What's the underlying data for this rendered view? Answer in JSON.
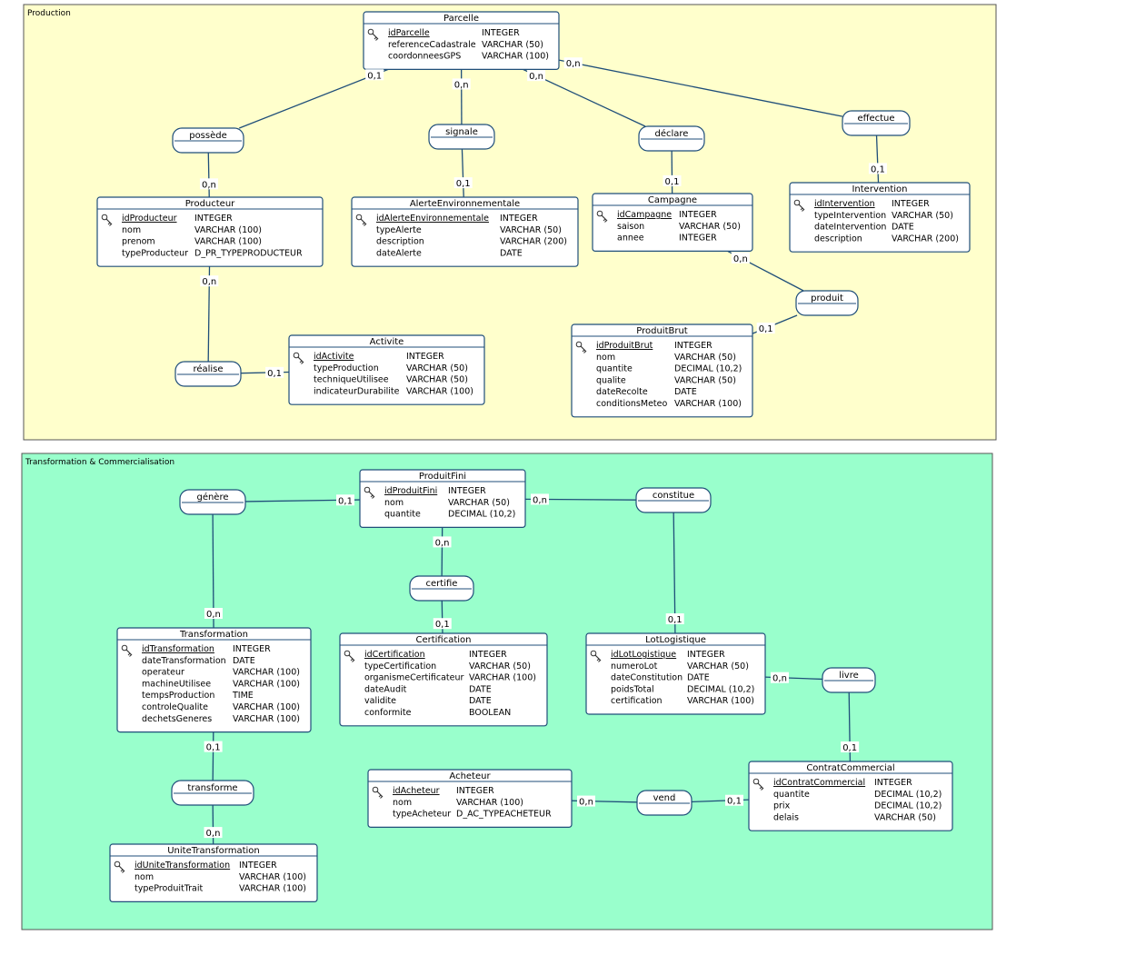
{
  "colors": {
    "production_zone": "#ffffcc",
    "transformation_zone": "#99ffcc",
    "stroke": "#1f4e79",
    "cardinality": "#1f3f99"
  },
  "zones": [
    {
      "id": "production",
      "label": "Production"
    },
    {
      "id": "transformation",
      "label": "Transformation & Commercialisation"
    }
  ],
  "entities": [
    {
      "id": "Parcelle",
      "title": "Parcelle",
      "key_icon": "key-icon",
      "attributes": [
        {
          "name": "idParcelle",
          "type": "INTEGER",
          "pk": true
        },
        {
          "name": "referenceCadastrale",
          "type": "VARCHAR (50)"
        },
        {
          "name": "coordonneesGPS",
          "type": "VARCHAR (100)"
        }
      ]
    },
    {
      "id": "Producteur",
      "title": "Producteur",
      "key_icon": "key-icon",
      "attributes": [
        {
          "name": "idProducteur",
          "type": "INTEGER",
          "pk": true
        },
        {
          "name": "nom",
          "type": "VARCHAR (100)"
        },
        {
          "name": "prenom",
          "type": "VARCHAR (100)"
        },
        {
          "name": "typeProducteur",
          "type": "D_PR_TYPEPRODUCTEUR"
        }
      ]
    },
    {
      "id": "AlerteEnvironnementale",
      "title": "AlerteEnvironnementale",
      "key_icon": "key-icon",
      "attributes": [
        {
          "name": "idAlerteEnvironnementale",
          "type": "INTEGER",
          "pk": true
        },
        {
          "name": "typeAlerte",
          "type": "VARCHAR (50)"
        },
        {
          "name": "description",
          "type": "VARCHAR (200)"
        },
        {
          "name": "dateAlerte",
          "type": "DATE"
        }
      ]
    },
    {
      "id": "Campagne",
      "title": "Campagne",
      "key_icon": "key-icon",
      "attributes": [
        {
          "name": "idCampagne",
          "type": "INTEGER",
          "pk": true
        },
        {
          "name": "saison",
          "type": "VARCHAR (50)"
        },
        {
          "name": "annee",
          "type": "INTEGER"
        }
      ]
    },
    {
      "id": "Intervention",
      "title": "Intervention",
      "key_icon": "key-icon",
      "attributes": [
        {
          "name": "idIntervention",
          "type": "INTEGER",
          "pk": true
        },
        {
          "name": "typeIntervention",
          "type": "VARCHAR (50)"
        },
        {
          "name": "dateIntervention",
          "type": "DATE"
        },
        {
          "name": "description",
          "type": "VARCHAR (200)"
        }
      ]
    },
    {
      "id": "Activite",
      "title": "Activite",
      "key_icon": "key-icon",
      "attributes": [
        {
          "name": "idActivite",
          "type": "INTEGER",
          "pk": true
        },
        {
          "name": "typeProduction",
          "type": "VARCHAR (50)"
        },
        {
          "name": "techniqueUtilisee",
          "type": "VARCHAR (50)"
        },
        {
          "name": "indicateurDurabilite",
          "type": "VARCHAR (100)"
        }
      ]
    },
    {
      "id": "ProduitBrut",
      "title": "ProduitBrut",
      "key_icon": "key-icon",
      "attributes": [
        {
          "name": "idProduitBrut",
          "type": "INTEGER",
          "pk": true
        },
        {
          "name": "nom",
          "type": "VARCHAR (50)"
        },
        {
          "name": "quantite",
          "type": "DECIMAL (10,2)"
        },
        {
          "name": "qualite",
          "type": "VARCHAR (50)"
        },
        {
          "name": "dateRecolte",
          "type": "DATE"
        },
        {
          "name": "conditionsMeteo",
          "type": "VARCHAR (100)"
        }
      ]
    },
    {
      "id": "ProduitFini",
      "title": "ProduitFini",
      "key_icon": "key-icon",
      "attributes": [
        {
          "name": "idProduitFini",
          "type": "INTEGER",
          "pk": true
        },
        {
          "name": "nom",
          "type": "VARCHAR (50)"
        },
        {
          "name": "quantite",
          "type": "DECIMAL (10,2)"
        }
      ]
    },
    {
      "id": "Transformation",
      "title": "Transformation",
      "key_icon": "key-icon",
      "attributes": [
        {
          "name": "idTransformation",
          "type": "INTEGER",
          "pk": true
        },
        {
          "name": "dateTransformation",
          "type": "DATE"
        },
        {
          "name": "operateur",
          "type": "VARCHAR (100)"
        },
        {
          "name": "machineUtilisee",
          "type": "VARCHAR (100)"
        },
        {
          "name": "tempsProduction",
          "type": "TIME"
        },
        {
          "name": "controleQualite",
          "type": "VARCHAR (100)"
        },
        {
          "name": "dechetsGeneres",
          "type": "VARCHAR (100)"
        }
      ]
    },
    {
      "id": "Certification",
      "title": "Certification",
      "key_icon": "key-icon",
      "attributes": [
        {
          "name": "idCertification",
          "type": "INTEGER",
          "pk": true
        },
        {
          "name": "typeCertification",
          "type": "VARCHAR (50)"
        },
        {
          "name": "organismeCertificateur",
          "type": "VARCHAR (100)"
        },
        {
          "name": "dateAudit",
          "type": "DATE"
        },
        {
          "name": "validite",
          "type": "DATE"
        },
        {
          "name": "conformite",
          "type": "BOOLEAN"
        }
      ]
    },
    {
      "id": "LotLogistique",
      "title": "LotLogistique",
      "key_icon": "key-icon",
      "attributes": [
        {
          "name": "idLotLogistique",
          "type": "INTEGER",
          "pk": true
        },
        {
          "name": "numeroLot",
          "type": "VARCHAR (50)"
        },
        {
          "name": "dateConstitution",
          "type": "DATE"
        },
        {
          "name": "poidsTotal",
          "type": "DECIMAL (10,2)"
        },
        {
          "name": "certification",
          "type": "VARCHAR (100)"
        }
      ]
    },
    {
      "id": "Acheteur",
      "title": "Acheteur",
      "key_icon": "key-icon",
      "attributes": [
        {
          "name": "idAcheteur",
          "type": "INTEGER",
          "pk": true
        },
        {
          "name": "nom",
          "type": "VARCHAR (100)"
        },
        {
          "name": "typeAcheteur",
          "type": "D_AC_TYPEACHETEUR"
        }
      ]
    },
    {
      "id": "ContratCommercial",
      "title": "ContratCommercial",
      "key_icon": "key-icon",
      "attributes": [
        {
          "name": "idContratCommercial",
          "type": "INTEGER",
          "pk": true
        },
        {
          "name": "quantite",
          "type": "DECIMAL (10,2)"
        },
        {
          "name": "prix",
          "type": "DECIMAL (10,2)"
        },
        {
          "name": "delais",
          "type": "VARCHAR (50)"
        }
      ]
    },
    {
      "id": "UniteTransformation",
      "title": "UniteTransformation",
      "key_icon": "key-icon",
      "attributes": [
        {
          "name": "idUniteTransformation",
          "type": "INTEGER",
          "pk": true
        },
        {
          "name": "nom",
          "type": "VARCHAR (100)"
        },
        {
          "name": "typeProduitTrait",
          "type": "VARCHAR (100)"
        }
      ]
    }
  ],
  "associations": [
    {
      "id": "possede",
      "label": "possède"
    },
    {
      "id": "signale",
      "label": "signale"
    },
    {
      "id": "declare",
      "label": "déclare"
    },
    {
      "id": "effectue",
      "label": "effectue"
    },
    {
      "id": "realise",
      "label": "réalise"
    },
    {
      "id": "produit",
      "label": "produit"
    },
    {
      "id": "genere",
      "label": "génère"
    },
    {
      "id": "constitue",
      "label": "constitue"
    },
    {
      "id": "certifie",
      "label": "certifie"
    },
    {
      "id": "livre",
      "label": "livre"
    },
    {
      "id": "transforme",
      "label": "transforme"
    },
    {
      "id": "vend",
      "label": "vend"
    }
  ],
  "links": [
    {
      "assoc": "possede",
      "entity": "Parcelle",
      "card": "0,1"
    },
    {
      "assoc": "possede",
      "entity": "Producteur",
      "card": "0,n"
    },
    {
      "assoc": "signale",
      "entity": "Parcelle",
      "card": "0,n"
    },
    {
      "assoc": "signale",
      "entity": "AlerteEnvironnementale",
      "card": "0,1"
    },
    {
      "assoc": "declare",
      "entity": "Parcelle",
      "card": "0,n"
    },
    {
      "assoc": "declare",
      "entity": "Campagne",
      "card": "0,1"
    },
    {
      "assoc": "effectue",
      "entity": "Parcelle",
      "card": "0,n"
    },
    {
      "assoc": "effectue",
      "entity": "Intervention",
      "card": "0,1"
    },
    {
      "assoc": "realise",
      "entity": "Producteur",
      "card": "0,n"
    },
    {
      "assoc": "realise",
      "entity": "Activite",
      "card": "0,1"
    },
    {
      "assoc": "produit",
      "entity": "Campagne",
      "card": "0,n"
    },
    {
      "assoc": "produit",
      "entity": "ProduitBrut",
      "card": "0,1"
    },
    {
      "assoc": "genere",
      "entity": "ProduitFini",
      "card": "0,1"
    },
    {
      "assoc": "genere",
      "entity": "Transformation",
      "card": "0,n"
    },
    {
      "assoc": "constitue",
      "entity": "ProduitFini",
      "card": "0,n"
    },
    {
      "assoc": "constitue",
      "entity": "LotLogistique",
      "card": "0,1"
    },
    {
      "assoc": "certifie",
      "entity": "ProduitFini",
      "card": "0,n"
    },
    {
      "assoc": "certifie",
      "entity": "Certification",
      "card": "0,1"
    },
    {
      "assoc": "livre",
      "entity": "LotLogistique",
      "card": "0,n"
    },
    {
      "assoc": "livre",
      "entity": "ContratCommercial",
      "card": "0,1"
    },
    {
      "assoc": "transforme",
      "entity": "Transformation",
      "card": "0,1"
    },
    {
      "assoc": "transforme",
      "entity": "UniteTransformation",
      "card": "0,n"
    },
    {
      "assoc": "vend",
      "entity": "Acheteur",
      "card": "0,n"
    },
    {
      "assoc": "vend",
      "entity": "ContratCommercial",
      "card": "0,1"
    }
  ]
}
